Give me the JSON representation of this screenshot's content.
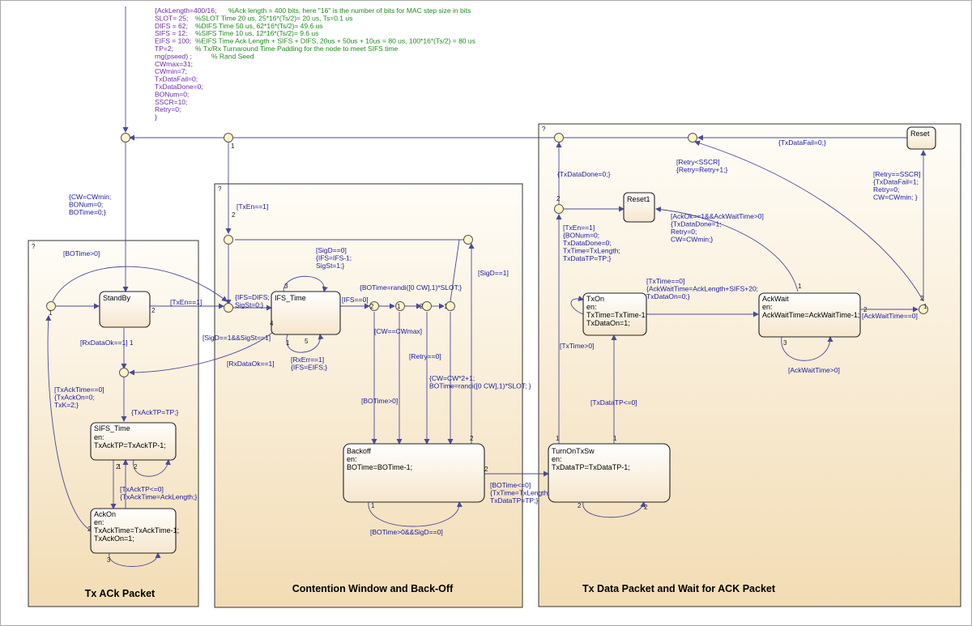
{
  "init_code": [
    {
      "code": "{AckLength=400/16;",
      "comment": "%Ack length = 400 bits, here \"16\" is the number of bits for MAC step size in bits"
    },
    {
      "code": "SLOT= 25;",
      "comment": "%SLOT Time 20 us, 25*16*(Ts/2)= 20 us, Ts=0.1 us"
    },
    {
      "code": "DIFS = 62;",
      "comment": "%DIFS Time  50 us, 62*16*(Ts/2)= 49.6 us"
    },
    {
      "code": "SIFS = 12;",
      "comment": "%SIFS Time  10 us, 12*16*(Ts/2)= 9.6 us"
    },
    {
      "code": "EIFS = 100;",
      "comment": "%EIFS Time  Ack Length + SIFS + DIFS, 20us + 50us + 10us = 80 us, 100*16*(Ts/2) = 80 us"
    },
    {
      "code": "TP=2;",
      "comment": "% Tx/Rx Turnaround Time Padding for the node to meet SIFS time"
    },
    {
      "code": "rng(pseed) ;",
      "comment": "% Rand Seed"
    },
    {
      "code": "CWmax=31;",
      "comment": ""
    },
    {
      "code": "CWmin=7;",
      "comment": ""
    },
    {
      "code": "TxDataFail=0;",
      "comment": ""
    },
    {
      "code": "TxDataDone=0;",
      "comment": ""
    },
    {
      "code": "BONum=0;",
      "comment": ""
    },
    {
      "code": "SSCR=10;",
      "comment": ""
    },
    {
      "code": "Retry=0;",
      "comment": ""
    },
    {
      "code": "}",
      "comment": ""
    }
  ],
  "groups": {
    "tx_ack": {
      "title": "Tx ACk Packet",
      "marker": "?"
    },
    "contention": {
      "title": "Contention Window and Back-Off",
      "marker": "?"
    },
    "tx_data": {
      "title": "Tx Data Packet and Wait for ACK Packet",
      "marker": "?"
    }
  },
  "states": {
    "standby": {
      "name": "StandBy"
    },
    "sifs_time": {
      "name": "SIFS_Time",
      "lines": [
        "en:",
        "TxAckTP=TxAckTP-1;"
      ]
    },
    "ack_on": {
      "name": "AckOn",
      "lines": [
        "en:",
        "TxAckTime=TxAckTime-1;",
        "TxAckOn=1;"
      ]
    },
    "ifs_time": {
      "name": "IFS_Time"
    },
    "backoff": {
      "name": "Backoff",
      "lines": [
        "en:",
        "BOTime=BOTime-1;"
      ]
    },
    "tx_on": {
      "name": "TxOn",
      "lines": [
        "en:",
        "TxTime=TxTime-1;",
        "TxDataOn=1;"
      ]
    },
    "ack_wait": {
      "name": "AckWait",
      "lines": [
        "en:",
        "AckWaitTime=AckWaitTime-1;"
      ]
    },
    "turn_on_txsw": {
      "name": "TurnOnTxSw",
      "lines": [
        "en:",
        "TxDataTP=TxDataTP-1;"
      ]
    },
    "reset": {
      "name": "Reset"
    },
    "reset1": {
      "name": "Reset1"
    }
  },
  "transitions": {
    "cw_init": [
      "{CW=CWmin;",
      "BONum=0;",
      "BOTime=0;}"
    ],
    "botime_gt0_top": "[BOTime>0]",
    "txen_eq1_a": "[TxEn==1]",
    "txen_eq1_b": "[TxEn==1]",
    "rxdataok_a": "[RxDataOk==1]",
    "rxdataok_b": "[RxDataOk==1]",
    "txack_block": [
      "[TxAckTime==0]",
      "{TxAckOn=0;",
      "TxK=2;}"
    ],
    "txacktp": "{TxAckTP=TP;}",
    "txacktp_le0": [
      "[TxAckTP<=0]",
      "{TxAckTime=AckLength;}"
    ],
    "sigd_eq0": [
      "[SigD==0]",
      "{IFS=IFS-1;",
      "SigSt=1;}"
    ],
    "ifs_difs": [
      "{IFS=DIFS;",
      "SigSt=0;}"
    ],
    "sigd_sigst": "[SigD==1&&SigSt==1]",
    "rxerr": [
      "[RxErr==1]",
      "{IFS=EIFS;}"
    ],
    "botime_rand": "{BOTime=randi([0 CW],1)*SLOT;}",
    "ifs_eq0": "[IFS==0]",
    "cw_eq_cwmax": "[CW==CWmax]",
    "retry_eq0": "[Retry==0]",
    "cw_double": [
      "{CW=CW*2+1;",
      "BOTime=randi([0 CW],1)*SLOT; }"
    ],
    "sigd_eq1": "[SigD==1]",
    "botime_gt0": "[BOTime>0]",
    "botime_sigd0": "[BOTime>0&&SigD==0]",
    "botime_le0": [
      "[BOTime<=0]",
      "{TxTime=TxLength;",
      "TxDataTP=TP;}"
    ],
    "txdatadone0": "{TxDataDone=0;}",
    "txen_block": [
      "[TxEn==1]",
      "{BONum=0;",
      "TxDataDone=0;",
      "TxTime=TxLength;",
      "TxDataTP=TP;}"
    ],
    "txtime_gt0": "[TxTime>0]",
    "txdatatp_le0": "[TxDataTP<=0]",
    "txtime_eq0": [
      "[TxTime==0]",
      "{AckWaitTime=AckLength+SIFS+20;",
      "TxDataOn=0;}"
    ],
    "ackwait_gt0": "[AckWaitTime>0]",
    "ackwait_eq0": "[AckWaitTime==0]",
    "ackok": [
      "[AckOk==1&&AckWaitTime>0]",
      "{TxDataDone=1;",
      "Retry=0;",
      "CW=CWmin;}"
    ],
    "retry_lt_sscr": [
      "[Retry<SSCR]",
      "{Retry=Retry+1;}"
    ],
    "retry_eq_sscr": [
      "[Retry==SSCR]",
      "{TxDataFail=1;",
      "Retry=0;",
      "CW=CWmin; }"
    ],
    "txdatafail0": "{TxDataFail=0;}"
  },
  "order_numbers": [
    "1",
    "2",
    "1",
    "2",
    "3",
    "4",
    "5",
    "1",
    "2",
    "1",
    "2",
    "1",
    "2",
    "1",
    "2",
    "2",
    "3",
    "2",
    "1",
    "2",
    "1",
    "2",
    "1",
    "3",
    "2",
    "1",
    "2",
    "1",
    "2",
    "2",
    "1"
  ],
  "colors": {
    "init_code": "#6a2aa8",
    "init_comment": "#1e8a1e",
    "labels": "#1a1aa0",
    "group_fill": "#f5e4c3",
    "state_fill": "#fdf6ea"
  }
}
